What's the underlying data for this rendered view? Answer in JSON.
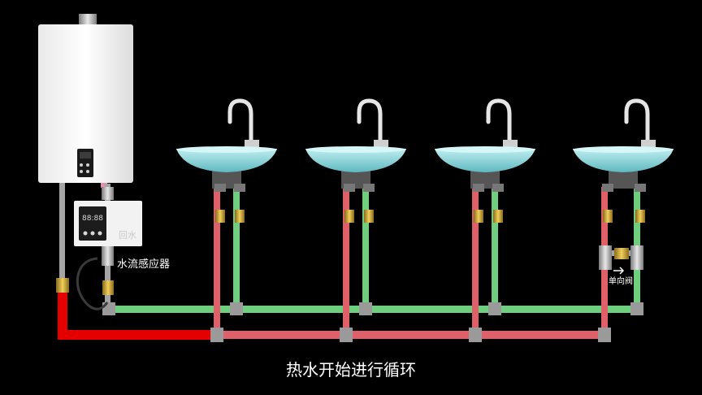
{
  "caption": "热水开始进行循环",
  "heater": {
    "display_icon": "control-panel-icon"
  },
  "pump": {
    "label": "回水",
    "display_readout": "88:88"
  },
  "labels": {
    "flow_sensor": "水流感应器",
    "check_valve": "单向阀"
  },
  "colors": {
    "hot_active": "#e50000",
    "hot_pipe": "#e0606a",
    "return_pipe": "#6fcf7e",
    "feed_pipe": "#a5a5a5",
    "basin": "#8fd2d6",
    "background": "#000000"
  },
  "sinks": [
    {
      "id": "sink-1"
    },
    {
      "id": "sink-2"
    },
    {
      "id": "sink-3"
    },
    {
      "id": "sink-4"
    }
  ]
}
